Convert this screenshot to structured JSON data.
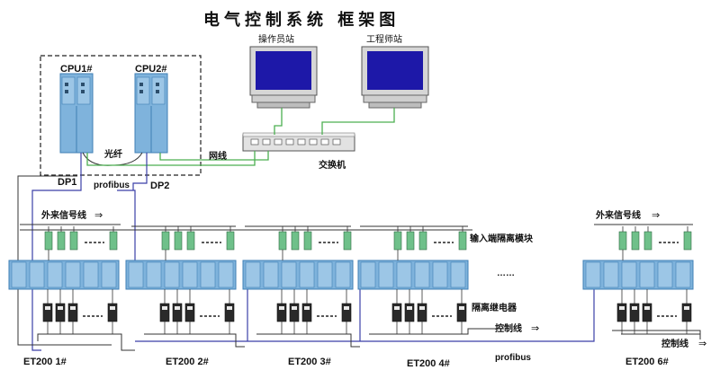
{
  "title": "电气控制系统 框架图",
  "workstations": {
    "operator": "操作员站",
    "engineer": "工程师站"
  },
  "cpus": [
    "CPU1#",
    "CPU2#"
  ],
  "labels": {
    "fiber": "光纤",
    "network": "网线",
    "switch": "交换机",
    "dp1": "DP1",
    "dp2": "DP2",
    "profibus_top": "profibus",
    "profibus_bottom": "profibus",
    "ext_signal_left": "外来信号线",
    "ext_signal_right": "外来信号线",
    "input_isolation": "输入端隔离模块",
    "isolation_relay": "隔离继电器",
    "control_line_mid": "控制线",
    "control_line_right": "控制线",
    "dots": "……"
  },
  "stations": [
    "ET200 1#",
    "ET200 2#",
    "ET200 3#",
    "ET200 4#",
    "ET200 6#"
  ],
  "colors": {
    "plc": "#7fb3dc",
    "plc_dark": "#3f7fb5",
    "network_line": "#4caf50",
    "bus_line": "#3b3fa8",
    "control_line": "#333333",
    "isolator": "#6fc08a"
  }
}
